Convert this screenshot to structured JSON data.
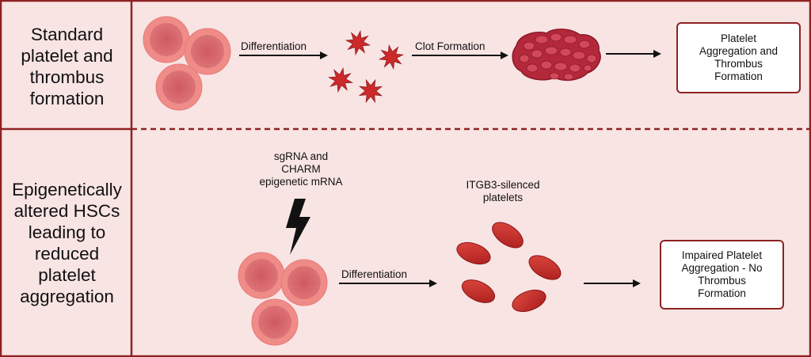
{
  "rows": [
    {
      "label_lines": [
        "Standard",
        "platelet and",
        "thrombus",
        "formation"
      ],
      "steps": [
        "Differentiation",
        "Clot Formation"
      ],
      "outcome_lines": [
        "Platelet",
        "Aggregation and",
        "Thrombus",
        "Formation"
      ]
    },
    {
      "label_lines": [
        "Epigenetically",
        "altered HSCs",
        "leading to",
        "reduced",
        "platelet",
        "aggregation"
      ],
      "treatment_lines": [
        "sgRNA and",
        "CHARM",
        "epigenetic mRNA"
      ],
      "product_lines": [
        "ITGB3-silenced",
        "platelets"
      ],
      "steps": [
        "Differentiation"
      ],
      "outcome_lines": [
        "Impaired Platelet",
        "Aggregation - No",
        "Thrombus",
        "Formation"
      ]
    }
  ],
  "colors": {
    "border": "#8e2222",
    "background": "#f9e4e4",
    "rbc_outer": "#f08c88",
    "rbc_inner": "#d35f62",
    "platelet": "#cc2a2a",
    "clot": "#b3283a",
    "silenced_platelet": "#c62a26",
    "lightning": "#111111"
  },
  "icons": [
    "red-blood-cell-icon",
    "activated-platelet-icon",
    "blood-clot-icon",
    "lightning-bolt-icon",
    "silenced-platelet-icon",
    "arrow-icon"
  ]
}
